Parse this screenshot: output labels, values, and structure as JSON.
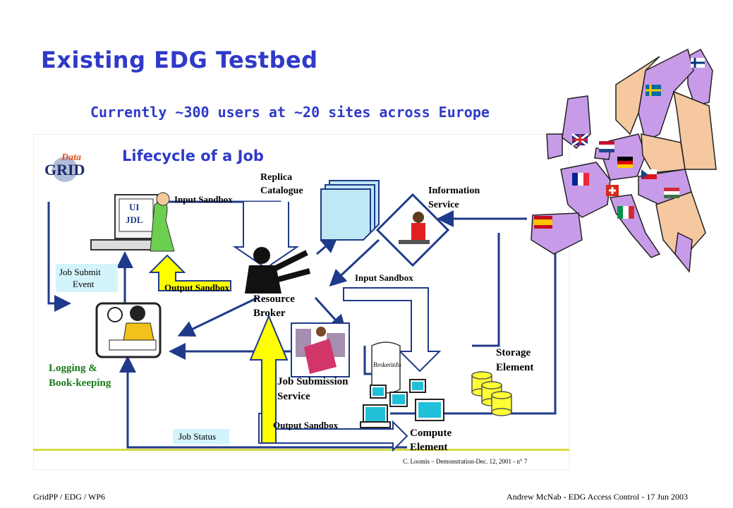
{
  "slide": {
    "title": "Existing EDG Testbed",
    "subtitle": "Currently ~300 users at ~20 sites across Europe"
  },
  "diagram": {
    "logo_top": "Data",
    "logo_bottom": "GRID",
    "heading": "Lifecycle of a Job",
    "ui_label_1": "UI",
    "ui_label_2": "JDL",
    "input_sandbox_top": "Input Sandbox",
    "replica_catalogue_1": "Replica",
    "replica_catalogue_2": "Catalogue",
    "information_service_1": "Information",
    "information_service_2": "Service",
    "job_submit_event_1": "Job Submit",
    "job_submit_event_2": "Event",
    "output_sandbox_top": "Output Sandbox",
    "input_sandbox_mid": "Input Sandbox",
    "resource_broker_1": "Resource",
    "resource_broker_2": "Broker",
    "logging_1": "Logging &",
    "logging_2": "Book-keeping",
    "storage_element_1": "Storage",
    "storage_element_2": "Element",
    "brokerinfo": "Brokerinfo",
    "job_submission_1": "Job Submission",
    "job_submission_2": "Service",
    "output_sandbox_bottom": "Output Sandbox",
    "compute_element_1": "Compute",
    "compute_element_2": "Element",
    "job_status": "Job Status",
    "credit": "C. Loomis – Demonstration-Dec. 12, 2001 - n° 7"
  },
  "footer": {
    "left": "GridPP / EDG / WP6",
    "right": "Andrew McNab - EDG Access Control - 17 Jun 2003"
  },
  "colors": {
    "title": "#2f3ac8",
    "arrow": "#1f3a8a",
    "yellow_arrow": "#ffff00",
    "map_member": "#c79be8",
    "map_other": "#f5c8a0",
    "green_label": "#1a7a1a"
  }
}
